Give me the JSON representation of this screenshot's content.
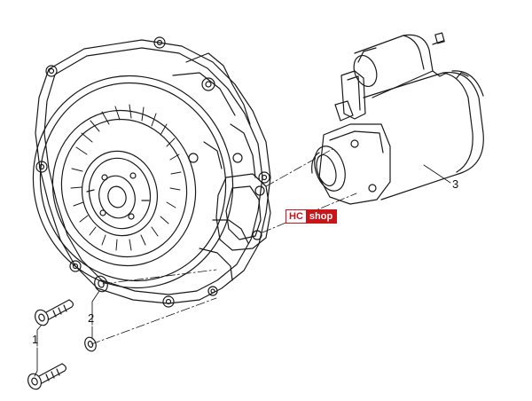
{
  "callouts": {
    "bolt": "1",
    "washer": "2",
    "starter_motor": "3"
  },
  "watermark": {
    "left_text": "HC",
    "right_text": "shop",
    "brand_color": "#c9141a"
  },
  "colors": {
    "line": "#1a1a1a",
    "background": "#ffffff"
  }
}
